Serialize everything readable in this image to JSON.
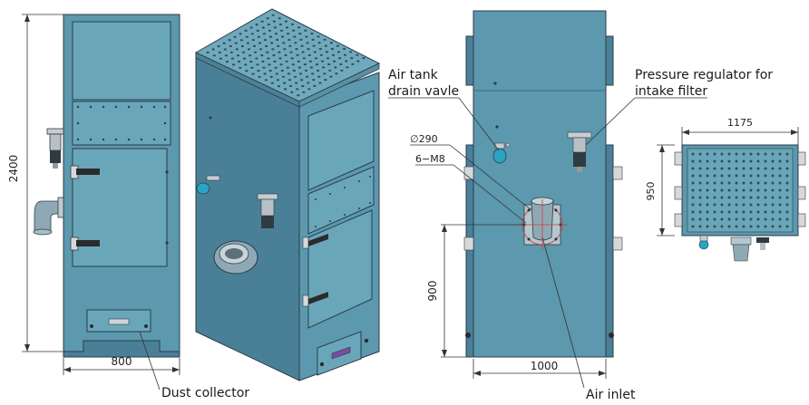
{
  "labels": {
    "dust_collector": "Dust collector",
    "air_tank_drain_line1": "Air tank",
    "air_tank_drain_line2": "drain vavle",
    "pressure_regulator_line1": "Pressure regulator for",
    "pressure_regulator_line2": "intake filter",
    "air_inlet": "Air inlet"
  },
  "dimensions": {
    "front_height": "2400",
    "front_width": "800",
    "side_inlet_height": "900",
    "side_width": "1000",
    "top_length": "1175",
    "top_depth": "950",
    "inlet_diameter": "∅290",
    "bolt_spec": "6−M8"
  },
  "colors": {
    "body": "#5c98ae",
    "body_dark": "#4a8097",
    "outline": "#2b3d48",
    "centerline": "#d23a3a"
  }
}
